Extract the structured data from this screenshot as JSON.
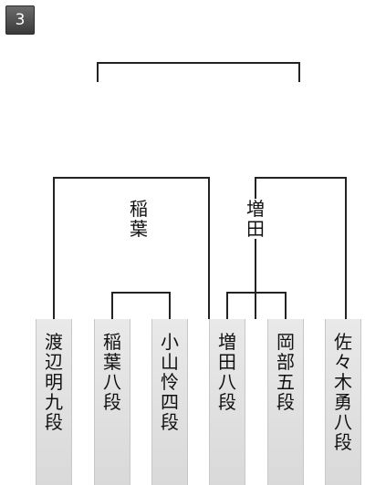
{
  "round_badge": "3",
  "semifinal_winners": {
    "left": [
      "稲",
      "葉"
    ],
    "right": [
      "増",
      "田"
    ]
  },
  "players": [
    {
      "chars": [
        "渡",
        "辺",
        "明",
        "九",
        "段"
      ]
    },
    {
      "chars": [
        "稲",
        "葉",
        "八",
        "段"
      ]
    },
    {
      "chars": [
        "小",
        "山",
        "怜",
        "四",
        "段"
      ]
    },
    {
      "chars": [
        "増",
        "田",
        "八",
        "段"
      ]
    },
    {
      "chars": [
        "岡",
        "部",
        "五",
        "段"
      ]
    },
    {
      "chars": [
        "佐",
        "々",
        "木",
        "勇",
        "八",
        "段"
      ]
    }
  ]
}
